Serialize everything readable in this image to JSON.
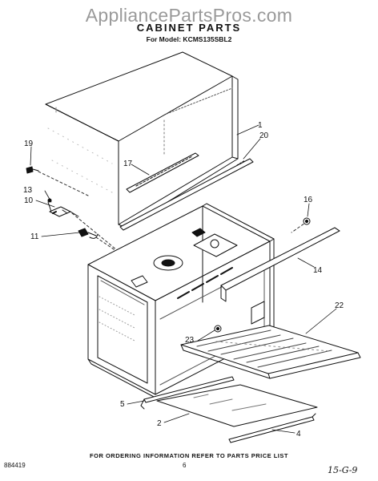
{
  "watermark": "AppliancePartsPros.com",
  "title": "CABINET PARTS",
  "subtitle": "For Model: KCMS135SBL2",
  "callouts": {
    "c1": "1",
    "c2": "2",
    "c4": "4",
    "c5": "5",
    "c10": "10",
    "c11": "11",
    "c13": "13",
    "c14": "14",
    "c16": "16",
    "c17": "17",
    "c19": "19",
    "c20": "20",
    "c22": "22",
    "c23": "23"
  },
  "footer": "FOR ORDERING INFORMATION REFER TO PARTS PRICE LIST",
  "doc_number": "884419",
  "page_number": "6",
  "hand_mark": "15-G-9"
}
